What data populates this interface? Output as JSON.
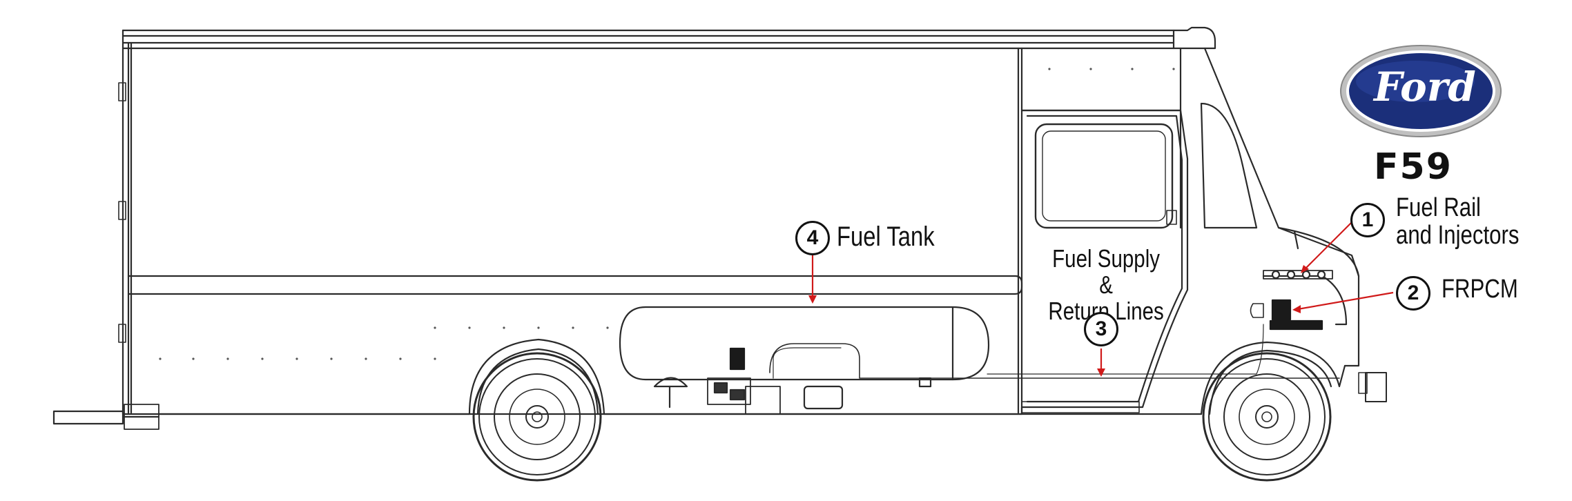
{
  "brand": {
    "logo_text": "Ford",
    "model": "F59",
    "logo_color": "#1b2f7a"
  },
  "callouts": [
    {
      "number": "1",
      "label_line1": "Fuel Rail",
      "label_line2": "and Injectors"
    },
    {
      "number": "2",
      "label_line1": "FRPCM",
      "label_line2": ""
    },
    {
      "number": "3",
      "label_line1": "Fuel Supply &",
      "label_line2": "Return Lines"
    },
    {
      "number": "4",
      "label_line1": "Fuel Tank",
      "label_line2": ""
    }
  ],
  "colors": {
    "line": "#2a2a2a",
    "arrow": "#d01a1a",
    "background": "#ffffff"
  }
}
